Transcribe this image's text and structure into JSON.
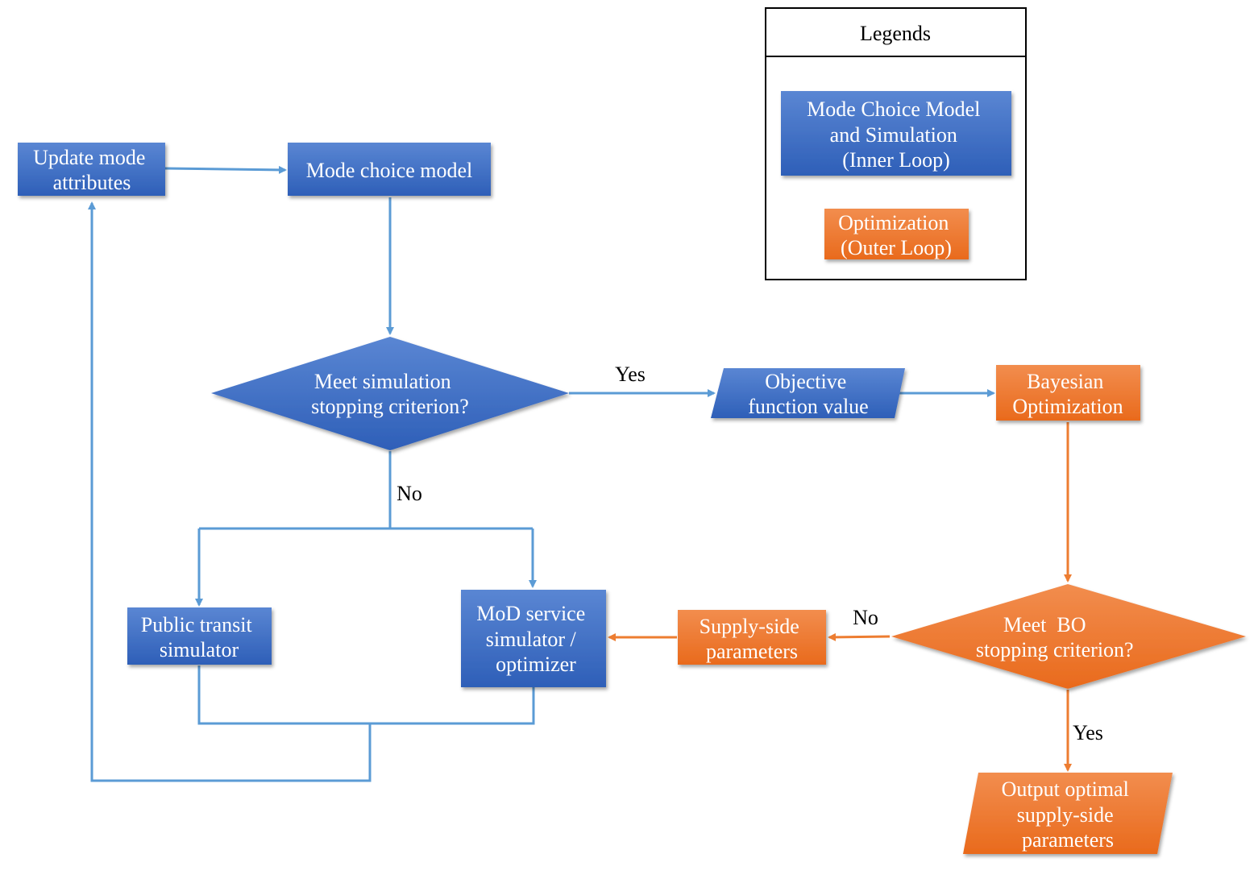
{
  "colors": {
    "blue_fill": "#4472C4",
    "blue_line": "#5B9BD5",
    "orange_fill": "#ED7D31",
    "orange_line": "#ED7D31",
    "text_light": "#FFFFFF",
    "text_dark": "#000000"
  },
  "legend": {
    "title": "Legends",
    "inner_loop": [
      "Mode Choice Model",
      "and Simulation",
      "(Inner Loop)"
    ],
    "outer_loop": [
      "Optimization",
      "(Outer Loop)"
    ]
  },
  "nodes": {
    "update_mode_attributes": [
      "Update mode",
      "attributes"
    ],
    "mode_choice_model": [
      "Mode choice model"
    ],
    "meet_simulation_stopping": [
      "Meet simulation",
      "stopping criterion?"
    ],
    "objective_function_value": [
      "Objective",
      "function value"
    ],
    "bayesian_optimization": [
      "Bayesian",
      "Optimization"
    ],
    "public_transit_simulator": [
      "Public transit",
      "simulator"
    ],
    "mod_service_simulator": [
      "MoD service",
      "simulator /",
      "optimizer"
    ],
    "supply_side_parameters": [
      "Supply-side",
      "parameters"
    ],
    "meet_bo_stopping": [
      "Meet  BO",
      "stopping criterion?"
    ],
    "output_optimal": [
      "Output optimal",
      "supply-side",
      "parameters"
    ]
  },
  "edge_labels": {
    "sim_yes": "Yes",
    "sim_no": "No",
    "bo_no": "No",
    "bo_yes": "Yes"
  }
}
